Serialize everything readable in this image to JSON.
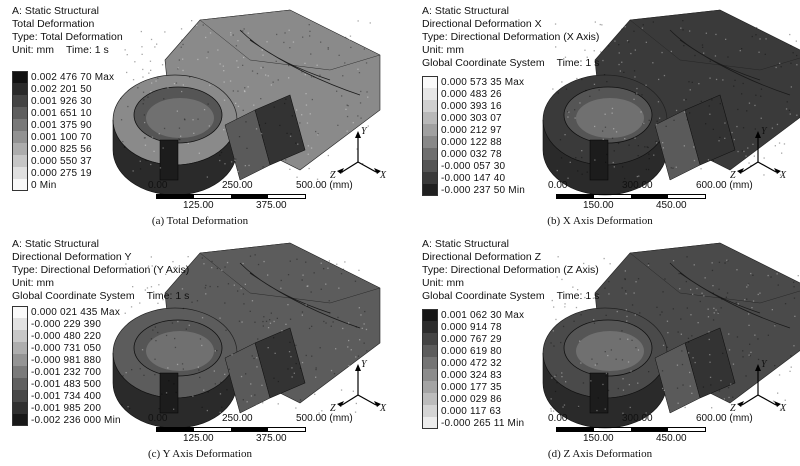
{
  "panels": [
    {
      "header": [
        "A: Static Structural",
        "Total Deformation",
        "Type: Total Deformation"
      ],
      "unit": "Unit: mm",
      "time": "Time: 1 s",
      "legend_labels": [
        "0.002 476 70 Max",
        "0.002 201 50",
        "0.001 926 30",
        "0.001 651 10",
        "0.001 375 90",
        "0.001 100 70",
        "0.000 825 56",
        "0.000 550 37",
        "0.000 275 19",
        "0 Min"
      ],
      "legend_colors": [
        "#111111",
        "#2a2a2a",
        "#444444",
        "#5e5e5e",
        "#787878",
        "#929292",
        "#acacac",
        "#c6c6c6",
        "#e0e0e0",
        "#f8f8f8"
      ],
      "scale_top": [
        "0.00",
        "250.00",
        "500.00 (mm)"
      ],
      "scale_bottom": [
        "125.00",
        "375.00"
      ],
      "caption": "(a) Total Deformation",
      "model_tone": "#8a8a8a"
    },
    {
      "header": [
        "A: Static Structural",
        "Directional Deformation X",
        "Type: Directional Deformation (X Axis)",
        "Unit: mm"
      ],
      "unit": "Global Coordinate System",
      "time": "Time: 1 s",
      "legend_labels": [
        "0.000 573 35 Max",
        "0.000 483 26",
        "0.000 393 16",
        "0.000 303 07",
        "0.000 212 97",
        "0.000 122 88",
        "0.000 032 78",
        "-0.000 057 30",
        "-0.000 147 40",
        "-0.000 237 50 Min"
      ],
      "legend_colors": [
        "#fafafa",
        "#e6e6e6",
        "#d0d0d0",
        "#b8b8b8",
        "#a0a0a0",
        "#888888",
        "#6e6e6e",
        "#545454",
        "#3a3a3a",
        "#202020"
      ],
      "scale_top": [
        "0.00",
        "300.00",
        "600.00 (mm)"
      ],
      "scale_bottom": [
        "150.00",
        "450.00"
      ],
      "caption": "(b) X Axis Deformation",
      "model_tone": "#3a3a3a"
    },
    {
      "header": [
        "A: Static Structural",
        "Directional Deformation Y",
        "Type: Directional Deformation (Y Axis)",
        "Unit: mm"
      ],
      "unit": "Global Coordinate System",
      "time": "Time: 1 s",
      "legend_labels": [
        "0.000 021 435 Max",
        "-0.000 229 390",
        "-0.000 480 220",
        "-0.000 731 050",
        "-0.000 981 880",
        "-0.001 232 700",
        "-0.001 483 500",
        "-0.001 734 400",
        "-0.001 985 200",
        "-0.002 236 000 Min"
      ],
      "legend_colors": [
        "#fafafa",
        "#e2e2e2",
        "#c8c8c8",
        "#aeaeae",
        "#949494",
        "#7a7a7a",
        "#606060",
        "#484848",
        "#303030",
        "#181818"
      ],
      "scale_top": [
        "0.00",
        "250.00",
        "500.00 (mm)"
      ],
      "scale_bottom": [
        "125.00",
        "375.00"
      ],
      "caption": "(c) Y Axis Deformation",
      "model_tone": "#5c5c5c"
    },
    {
      "header": [
        "A: Static Structural",
        "Directional Deformation Z",
        "Type: Directional Deformation (Z Axis)",
        "Unit: mm"
      ],
      "unit": "Global Coordinate System",
      "time": "Time: 1 s",
      "legend_labels": [
        "0.001 062 30 Max",
        "0.000 914 78",
        "0.000 767 29",
        "0.000 619 80",
        "0.000 472 32",
        "0.000 324 83",
        "0.000 177 35",
        "0.000 029 86",
        "0.000 117 63",
        "-0.000 265 11 Min"
      ],
      "legend_colors": [
        "#161616",
        "#2c2c2c",
        "#444444",
        "#5c5c5c",
        "#747474",
        "#8c8c8c",
        "#a4a4a4",
        "#bcbcbc",
        "#d4d4d4",
        "#ececec"
      ],
      "scale_top": [
        "0.00",
        "300.00",
        "600.00 (mm)"
      ],
      "scale_bottom": [
        "150.00",
        "450.00"
      ],
      "caption": "(d) Z Axis Deformation",
      "model_tone": "#4a4a4a"
    }
  ],
  "triad_labels": {
    "y": "Y",
    "x": "X",
    "z": "Z"
  }
}
